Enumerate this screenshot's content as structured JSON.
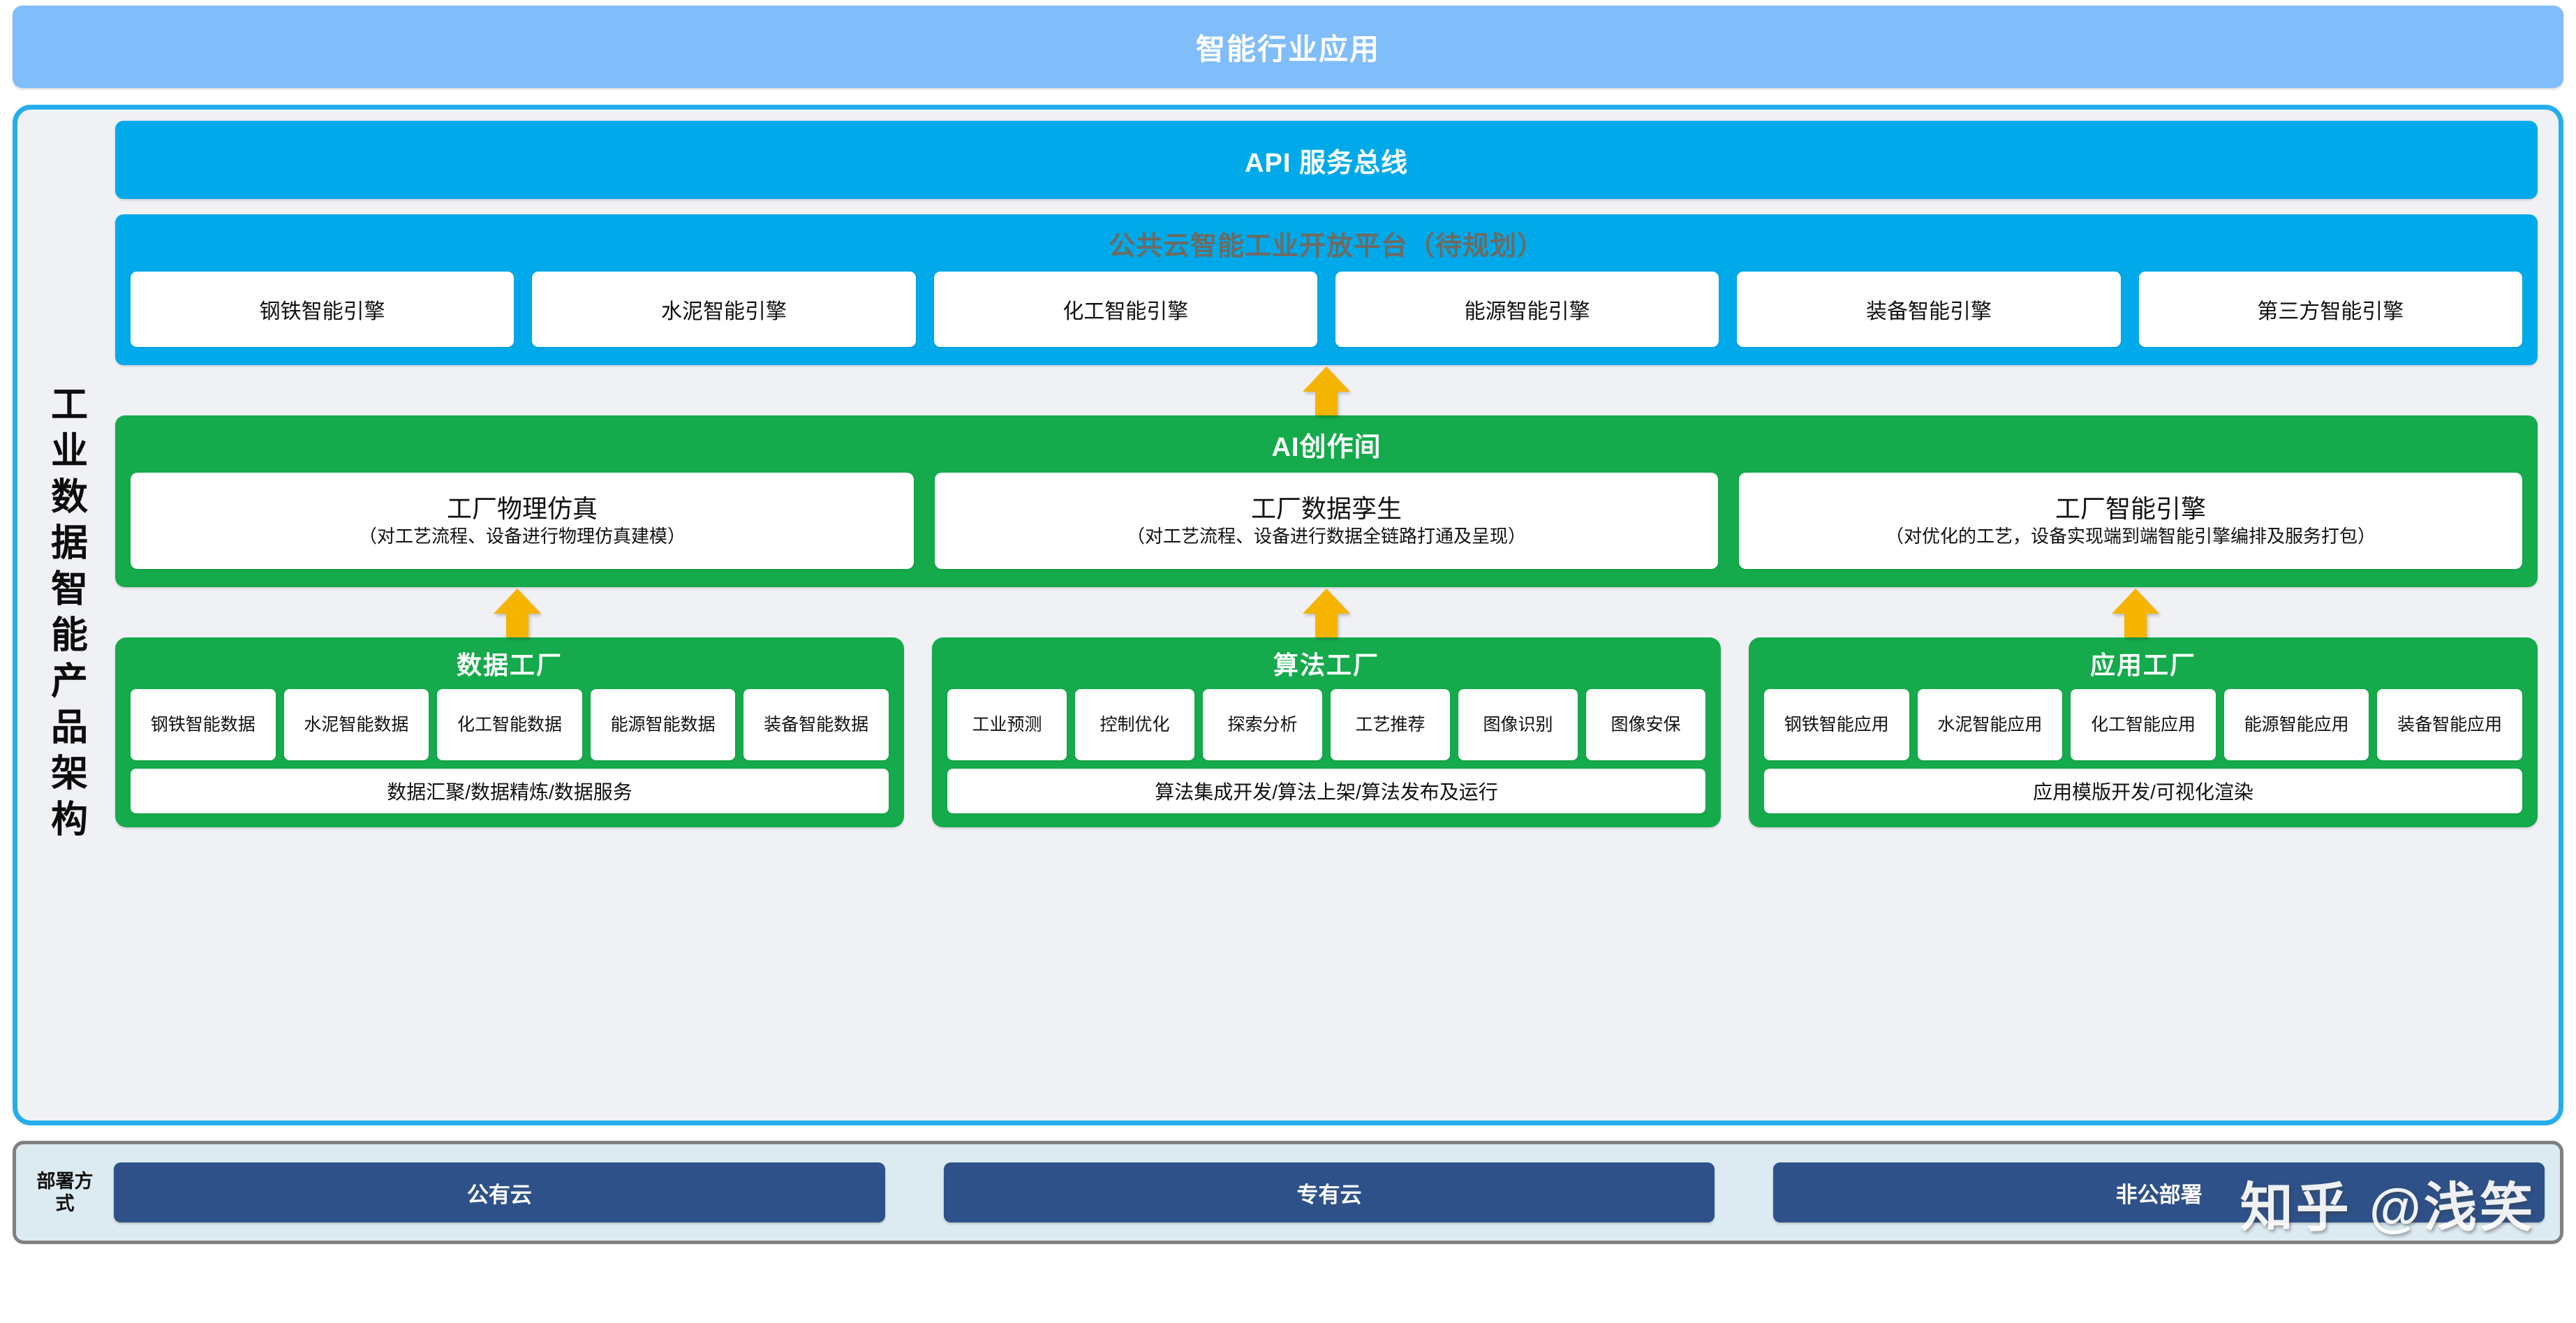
{
  "top_banner": {
    "title": "智能行业应用"
  },
  "side_title": {
    "text": "工业数据智能产品架构"
  },
  "api_bus": {
    "label": "API 服务总线"
  },
  "platform": {
    "title": "公共云智能工业开放平台（待规划）",
    "engines": [
      {
        "label": "钢铁智能引擎"
      },
      {
        "label": "水泥智能引擎"
      },
      {
        "label": "化工智能引擎"
      },
      {
        "label": "能源智能引擎"
      },
      {
        "label": "装备智能引擎"
      },
      {
        "label": "第三方智能引擎"
      }
    ]
  },
  "ai_studio": {
    "title": "AI创作间",
    "cards": [
      {
        "title": "工厂物理仿真",
        "desc": "（对工艺流程、设备进行物理仿真建模）"
      },
      {
        "title": "工厂数据孪生",
        "desc": "（对工艺流程、设备进行数据全链路打通及呈现）"
      },
      {
        "title": "工厂智能引擎",
        "desc": "（对优化的工艺，设备实现端到端智能引擎编排及服务打包）"
      }
    ]
  },
  "factories": [
    {
      "title": "数据工厂",
      "items": [
        "钢铁智能数据",
        "水泥智能数据",
        "化工智能数据",
        "能源智能数据",
        "装备智能数据"
      ],
      "footer": "数据汇聚/数据精炼/数据服务"
    },
    {
      "title": "算法工厂",
      "items": [
        "工业预测",
        "控制优化",
        "探索分析",
        "工艺推荐",
        "图像识别",
        "图像安保"
      ],
      "footer": "算法集成开发/算法上架/算法发布及运行"
    },
    {
      "title": "应用工厂",
      "items": [
        "钢铁智能应用",
        "水泥智能应用",
        "化工智能应用",
        "能源智能应用",
        "装备智能应用"
      ],
      "footer": "应用模版开发/可视化渲染"
    }
  ],
  "deploy": {
    "label": "部署方式",
    "buttons": [
      {
        "label": "公有云"
      },
      {
        "label": "专有云"
      },
      {
        "label": "非公部署"
      }
    ]
  },
  "watermark": {
    "text": "知乎 @浅笑"
  },
  "colors": {
    "banner_blue": "#80BDFA",
    "platform_blue": "#00A9E9",
    "frame_border": "#26AEEB",
    "frame_bg": "#F0F1F5",
    "green": "#15AA4B",
    "arrow_yellow": "#F5B400",
    "deploy_blue": "#2E5189",
    "deploy_bg": "#DCEBF1",
    "platform_title_text": "#6E6A62"
  }
}
